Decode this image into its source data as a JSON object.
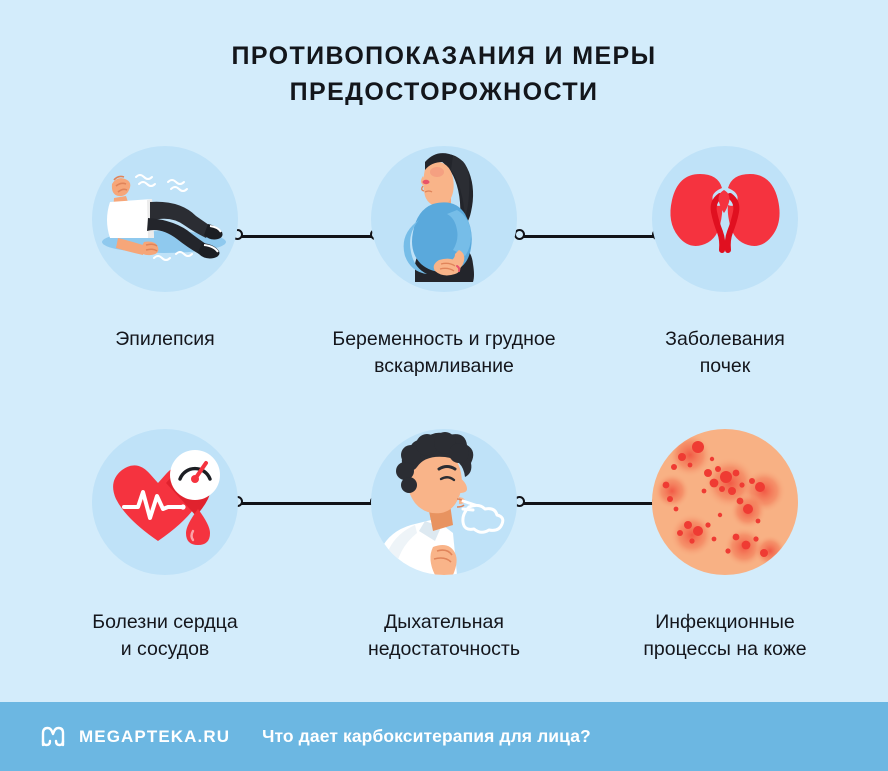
{
  "page": {
    "background_color": "#d3ecfb",
    "circle_color": "#bfe2f8",
    "accent_red": "#f5333f",
    "skin_bg_color": "#f8b184"
  },
  "title": {
    "line1": "ПРОТИВОПОКАЗАНИЯ И МЕРЫ",
    "line2": "ПРЕДОСТОРОЖНОСТИ"
  },
  "items": [
    {
      "id": "epilepsy",
      "icon": "person-lying-seizure-icon",
      "label_line1": "Эпилепсия",
      "label_line2": ""
    },
    {
      "id": "pregnancy-breastfeeding",
      "icon": "pregnant-woman-icon",
      "label_line1": "Беременность и грудное",
      "label_line2": "вскармливание"
    },
    {
      "id": "kidney-disease",
      "icon": "kidneys-icon",
      "label_line1": "Заболевания",
      "label_line2": "почек"
    },
    {
      "id": "heart-vessel-disease",
      "icon": "heart-pressure-gauge-icon",
      "label_line1": "Болезни сердца",
      "label_line2": "и сосудов"
    },
    {
      "id": "respiratory-failure",
      "icon": "person-breathing-icon",
      "label_line1": "Дыхательная",
      "label_line2": "недостаточность"
    },
    {
      "id": "skin-infection",
      "icon": "skin-rash-icon",
      "label_line1": "Инфекционные",
      "label_line2": "процессы на коже"
    }
  ],
  "footer": {
    "logo": "megapteka-m-logo-icon",
    "brand": "MEGAPTEKA.RU",
    "text": "Что дает карбокситерапия для лица?",
    "background_color": "#6cb7e2"
  }
}
